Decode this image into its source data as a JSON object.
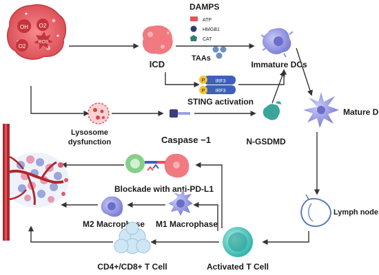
{
  "tumor_cell": {
    "labels": [
      "OH",
      "O2",
      "O2",
      "ROS"
    ],
    "color": "#e8646a"
  },
  "icd": {
    "label": "ICD"
  },
  "damps": {
    "title": "DAMPS",
    "items": [
      {
        "label": "ATP",
        "color": "#e0545c"
      },
      {
        "label": "HMGB1",
        "color": "#2d3e66"
      },
      {
        "label": "CAT",
        "color": "#2f7f72"
      }
    ]
  },
  "taas": {
    "label": "TAAs"
  },
  "immature_dcs": {
    "label": "Immature DCs"
  },
  "sting": {
    "label": "STING activation",
    "irf_labels": [
      "IRF3",
      "IRF3"
    ],
    "p_label": "P"
  },
  "mature_dcs": {
    "label": "Mature DCs"
  },
  "lysosome": {
    "label_line1": "Lysosome",
    "label_line2": "dysfunction"
  },
  "caspase": {
    "label": "Caspase −1"
  },
  "gsdmd": {
    "label": "N-GSDMD"
  },
  "blockade": {
    "label": "Blockade with anti-PD-L1"
  },
  "m2": {
    "label": "M2 Macrophase"
  },
  "m1": {
    "label": "M1 Macrophase"
  },
  "lymph": {
    "label": "Lymph node"
  },
  "tcell_group": {
    "label": "CD4+/CD8+ T Cell"
  },
  "activated_t": {
    "label": "Activated T Cell"
  },
  "colors": {
    "arrow": "#333333",
    "tumor": "#e8646a",
    "dc": "#8d8fe0",
    "macrophage": "#9b9de6",
    "tcell": "#4cc9c0",
    "vessel": "#b0262b"
  }
}
